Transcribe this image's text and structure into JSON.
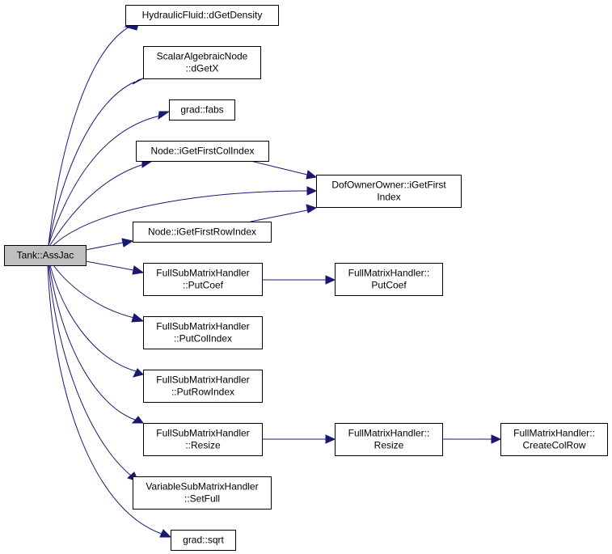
{
  "graph": {
    "nodes": [
      {
        "id": "root",
        "lines": [
          "Tank::AssJac"
        ]
      },
      {
        "id": "hf_dgetdensity",
        "lines": [
          "HydraulicFluid::dGetDensity"
        ]
      },
      {
        "id": "san_dgetx",
        "lines": [
          "ScalarAlgebraicNode",
          "::dGetX"
        ]
      },
      {
        "id": "grad_fabs",
        "lines": [
          "grad::fabs"
        ]
      },
      {
        "id": "node_igetfirstcolindex",
        "lines": [
          "Node::iGetFirstColIndex"
        ]
      },
      {
        "id": "doo_igetfirstindex",
        "lines": [
          "DofOwnerOwner::iGetFirst",
          "Index"
        ]
      },
      {
        "id": "node_igetfirstrowindex",
        "lines": [
          "Node::iGetFirstRowIndex"
        ]
      },
      {
        "id": "fsmh_putcoef",
        "lines": [
          "FullSubMatrixHandler",
          "::PutCoef"
        ]
      },
      {
        "id": "fmh_putcoef",
        "lines": [
          "FullMatrixHandler::",
          "PutCoef"
        ]
      },
      {
        "id": "fsmh_putcolindex",
        "lines": [
          "FullSubMatrixHandler",
          "::PutColIndex"
        ]
      },
      {
        "id": "fsmh_putrowindex",
        "lines": [
          "FullSubMatrixHandler",
          "::PutRowIndex"
        ]
      },
      {
        "id": "fsmh_resize",
        "lines": [
          "FullSubMatrixHandler",
          "::Resize"
        ]
      },
      {
        "id": "fmh_resize",
        "lines": [
          "FullMatrixHandler::",
          "Resize"
        ]
      },
      {
        "id": "fmh_createcolrow",
        "lines": [
          "FullMatrixHandler::",
          "CreateColRow"
        ]
      },
      {
        "id": "vsmh_setfull",
        "lines": [
          "VariableSubMatrixHandler",
          "::SetFull"
        ]
      },
      {
        "id": "grad_sqrt",
        "lines": [
          "grad::sqrt"
        ]
      }
    ],
    "edges": [
      {
        "from": "root",
        "to": "hf_dgetdensity"
      },
      {
        "from": "root",
        "to": "san_dgetx"
      },
      {
        "from": "root",
        "to": "grad_fabs"
      },
      {
        "from": "root",
        "to": "node_igetfirstcolindex"
      },
      {
        "from": "root",
        "to": "doo_igetfirstindex"
      },
      {
        "from": "root",
        "to": "node_igetfirstrowindex"
      },
      {
        "from": "root",
        "to": "fsmh_putcoef"
      },
      {
        "from": "root",
        "to": "fsmh_putcolindex"
      },
      {
        "from": "root",
        "to": "fsmh_putrowindex"
      },
      {
        "from": "root",
        "to": "fsmh_resize"
      },
      {
        "from": "root",
        "to": "vsmh_setfull"
      },
      {
        "from": "root",
        "to": "grad_sqrt"
      },
      {
        "from": "node_igetfirstcolindex",
        "to": "doo_igetfirstindex"
      },
      {
        "from": "node_igetfirstrowindex",
        "to": "doo_igetfirstindex"
      },
      {
        "from": "fsmh_putcoef",
        "to": "fmh_putcoef"
      },
      {
        "from": "fsmh_resize",
        "to": "fmh_resize"
      },
      {
        "from": "fmh_resize",
        "to": "fmh_createcolrow"
      }
    ],
    "colors": {
      "edge": "#191970",
      "root_fill": "#bfbfbf",
      "node_fill": "#ffffff",
      "border": "#000000"
    }
  }
}
